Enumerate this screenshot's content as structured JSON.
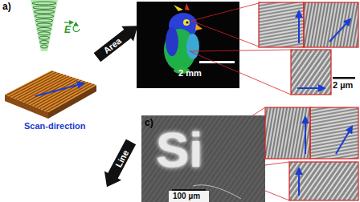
{
  "diagram": {
    "nodes": [
      {
        "text": [
          "Area"
        ]
      },
      {
        "text": [
          "Line"
        ]
      }
    ],
    "labels": [
      "a)",
      "E",
      "Scan-direction",
      "2 mm",
      "2 µm",
      "c)",
      "Si",
      "100 µm"
    ]
  }
}
